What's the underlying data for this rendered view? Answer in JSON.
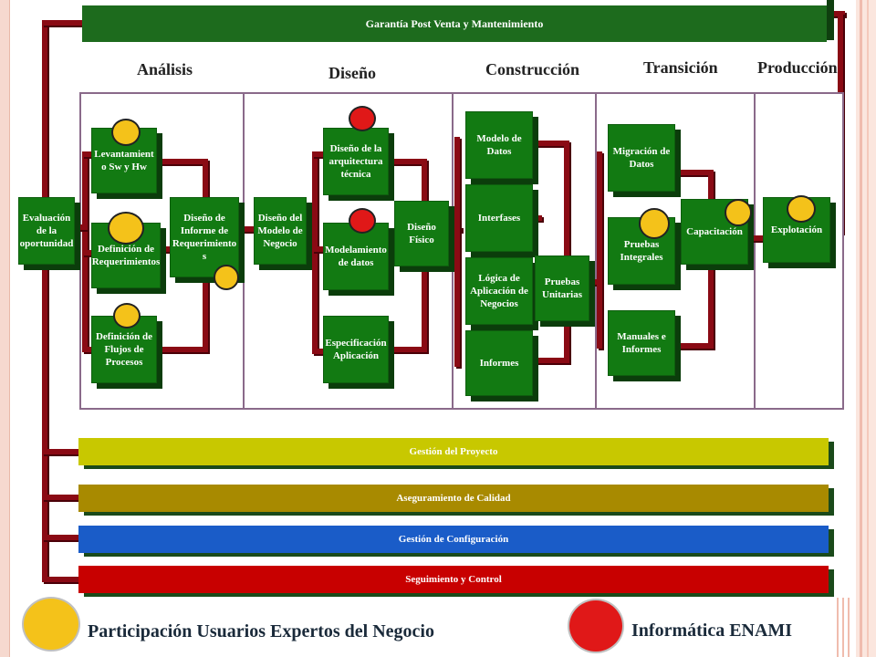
{
  "top_bar": {
    "label": "Garantía Post Venta y Mantenimiento"
  },
  "phases": [
    "Análisis",
    "Diseño",
    "Construcción",
    "Transición",
    "Producción"
  ],
  "evaluation": {
    "label": "Evaluación de la oportunidad"
  },
  "analisis": {
    "levantamiento": "Levantamient o Sw y Hw",
    "definicion_req": "Definición de Requerimientos",
    "definicion_flujos": "Definición de Flujos de Procesos",
    "diseno_informe": "Diseño de Informe de Requerimiento s"
  },
  "diseno": {
    "modelo_negocio": "Diseño del Modelo de Negocio",
    "arquitectura": "Diseño de la arquitectura técnica",
    "modelamiento": "Modelamiento de datos",
    "especificacion": "Especificación Aplicación",
    "diseno_fisico": "Diseño Físico"
  },
  "construccion": {
    "modelo_datos": "Modelo de Datos",
    "interfases": "Interfases",
    "logica": "Lógica de Aplicación de Negocios",
    "informes": "Informes",
    "pruebas_unitarias": "Pruebas Unitarias"
  },
  "transicion": {
    "migracion": "Migración de Datos",
    "pruebas_integrales": "Pruebas Integrales",
    "manuales": "Manuales e Informes",
    "capacitacion": "Capacitación"
  },
  "produccion": {
    "explotacion": "Explotación"
  },
  "bands": [
    {
      "label": "Gestión del Proyecto",
      "color": "#c8c800"
    },
    {
      "label": "Aseguramiento de Calidad",
      "color": "#a88a00"
    },
    {
      "label": "Gestión de Configuración",
      "color": "#1a5cc8"
    },
    {
      "label": "Seguimiento y Control",
      "color": "#c80000"
    }
  ],
  "legend": {
    "users_label": "Participación Usuarios Expertos del Negocio",
    "enami_label": "Informática ENAMI",
    "users_color": "#f4c21a",
    "enami_color": "#e01818"
  }
}
